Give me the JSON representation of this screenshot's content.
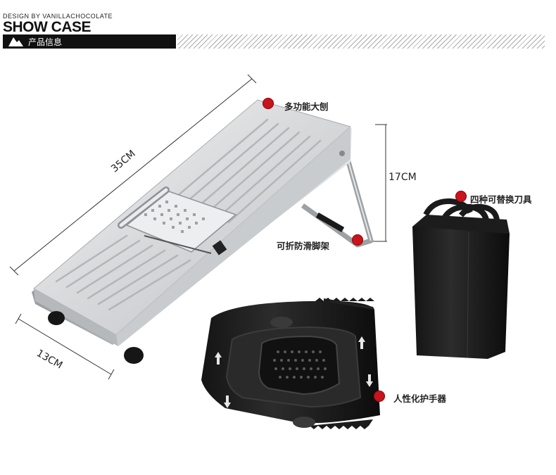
{
  "header": {
    "design_by": "DESIGN BY VANILLACHOCOLATE",
    "showcase": "SHOW CASE",
    "section_label": "产品信息"
  },
  "dimensions": {
    "length": "35CM",
    "height": "17CM",
    "width": "13CM"
  },
  "callouts": {
    "planer": "多功能大刨",
    "stand": "可折防滑脚架",
    "blades": "四种可替换刀具",
    "guard": "人性化护手器"
  },
  "colors": {
    "accent_dot": "#c8141c",
    "header_bar": "#111111"
  }
}
